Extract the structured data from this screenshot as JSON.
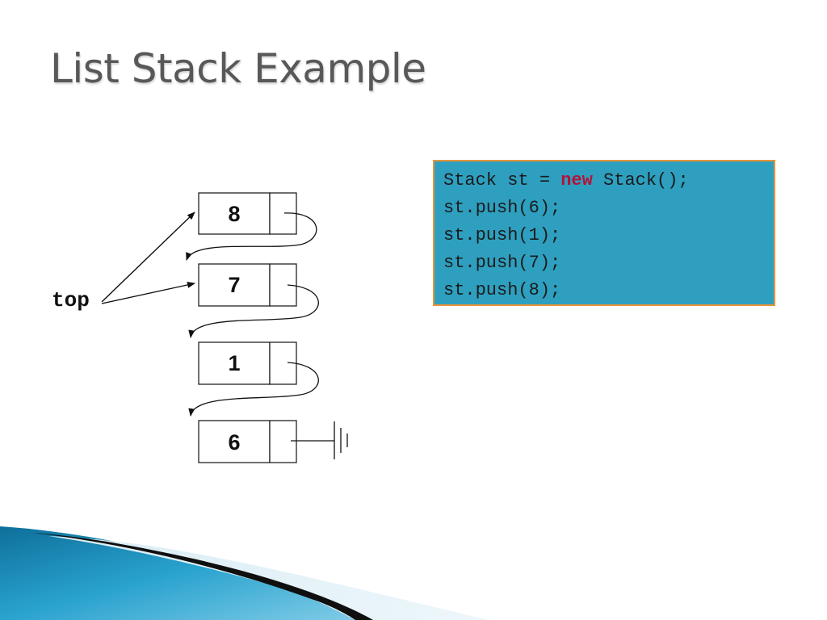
{
  "slide": {
    "title": "List Stack Example"
  },
  "code": {
    "line1_pre": "Stack st = ",
    "line1_kw": "new",
    "line1_post": " Stack();",
    "line2": "st.push(6);",
    "line3": "st.push(1);",
    "line4": "st.push(7);",
    "line5": "st.push(8);"
  },
  "diagram": {
    "top_label": "top",
    "nodes": [
      "8",
      "7",
      "1",
      "6"
    ]
  },
  "colors": {
    "code_bg": "#2e9fbf",
    "code_border": "#e8943a",
    "keyword": "#b3123a",
    "title": "#585858"
  }
}
